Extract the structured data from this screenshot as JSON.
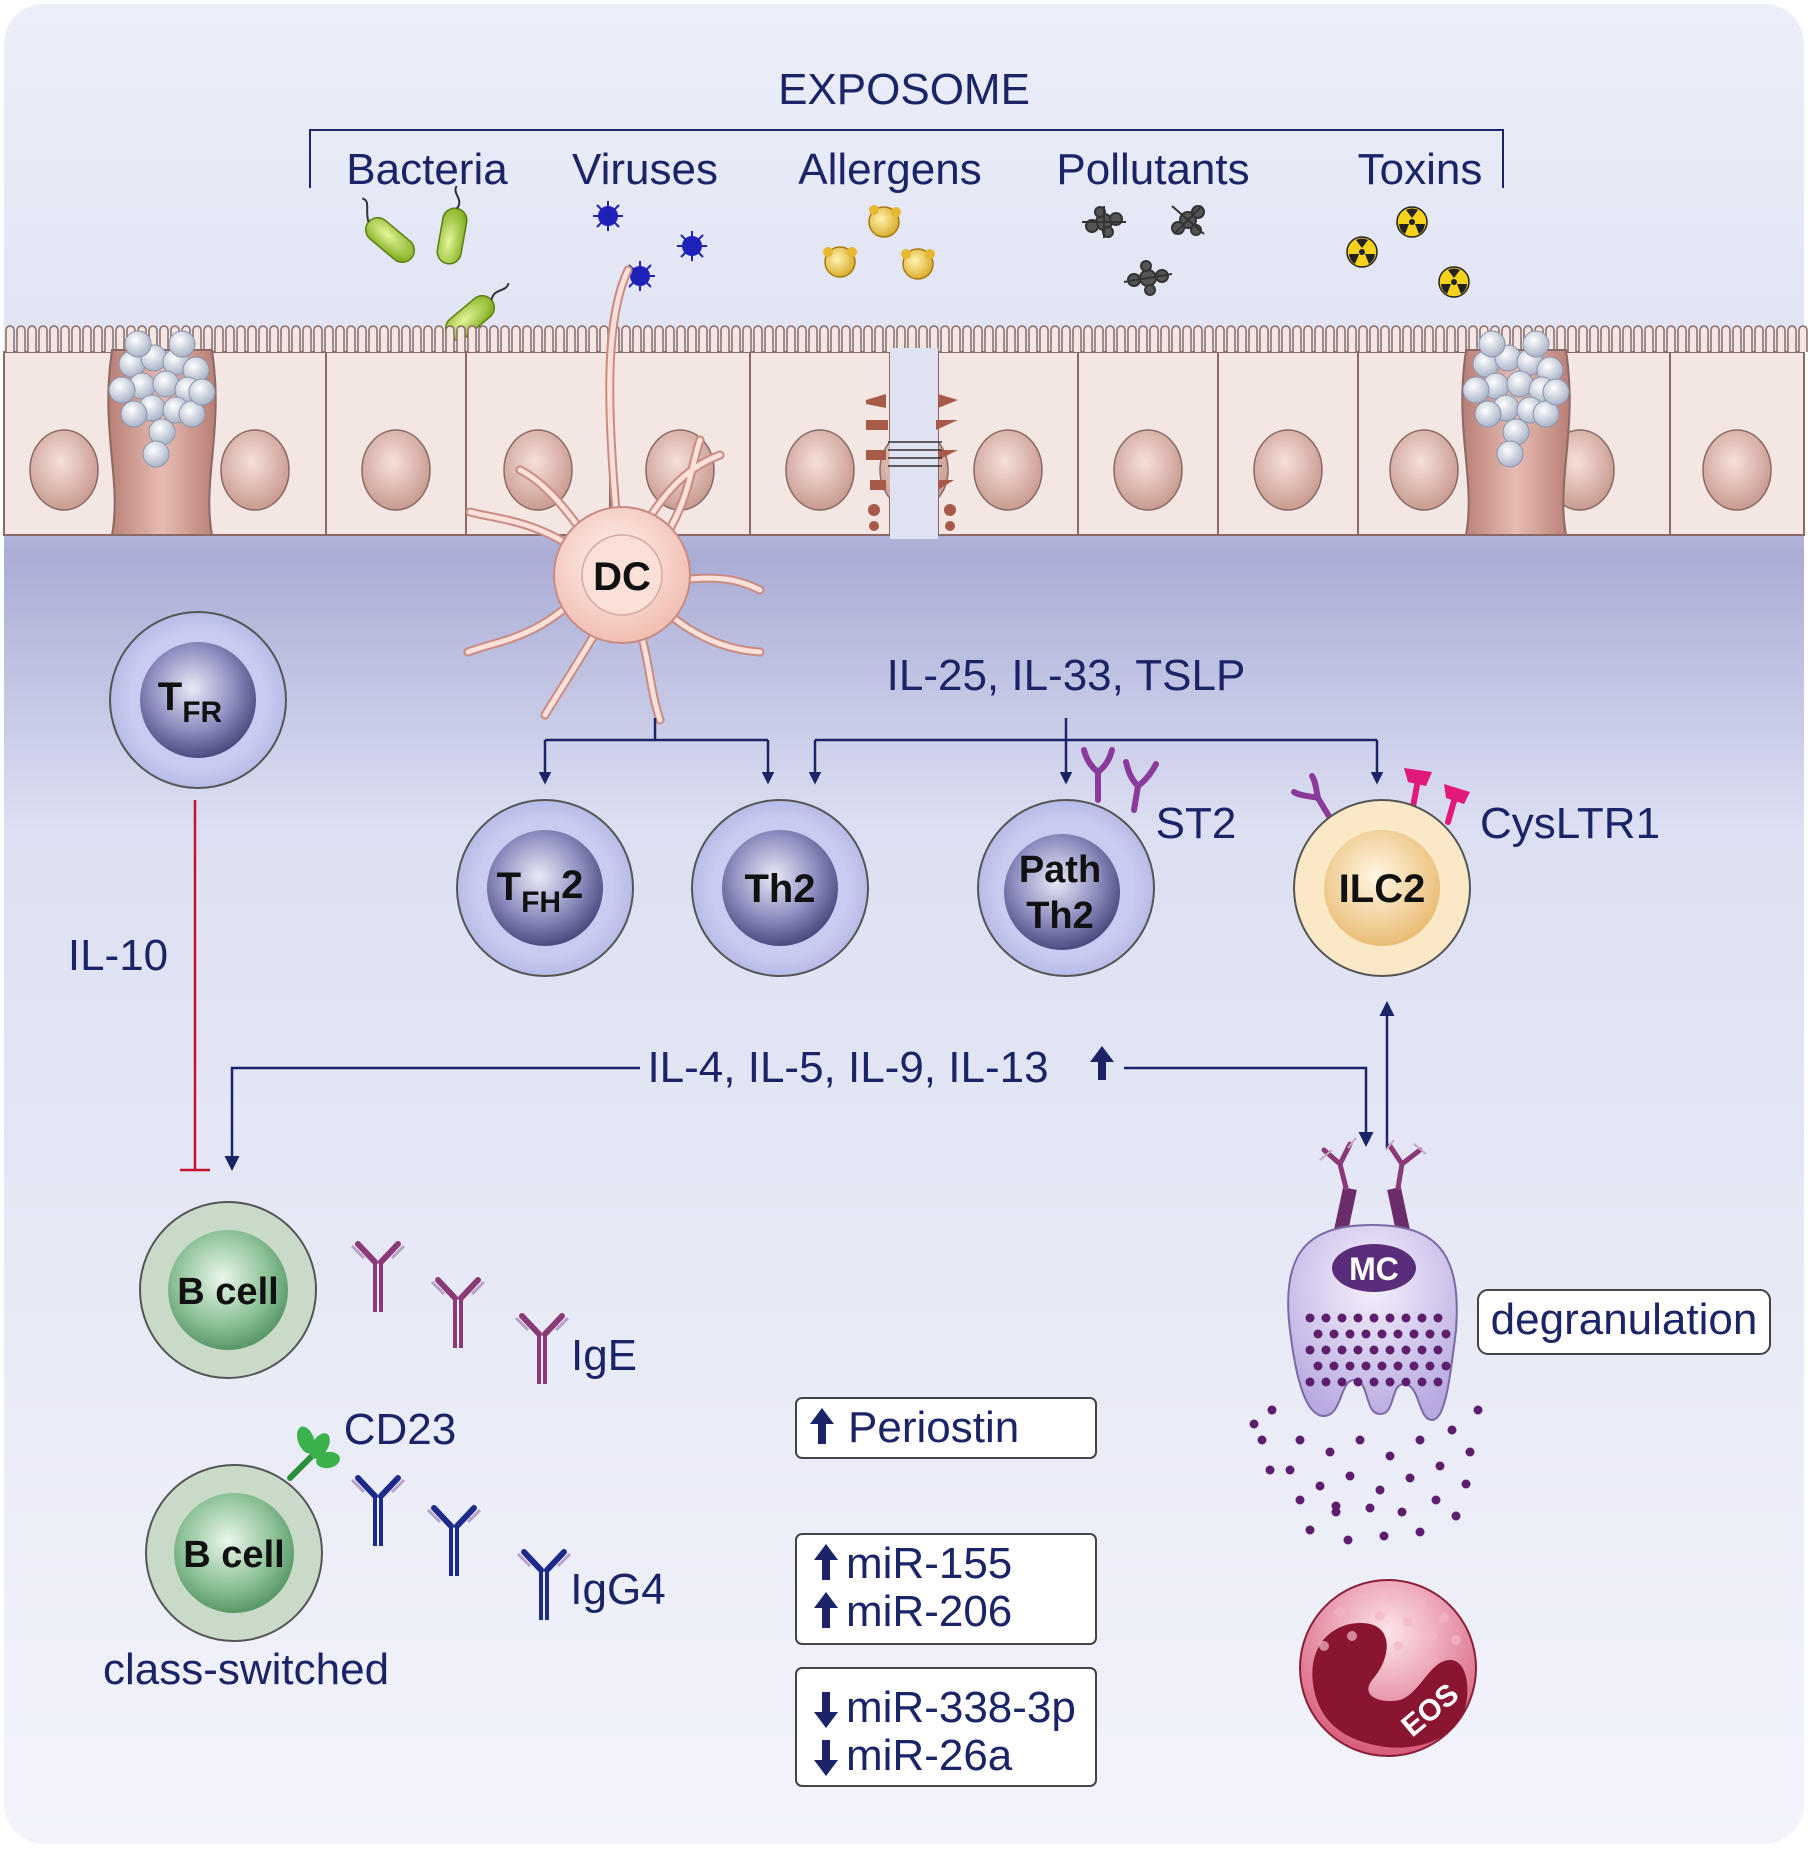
{
  "exposome": {
    "title": "EXPOSOME",
    "categories": [
      "Bacteria",
      "Viruses",
      "Allergens",
      "Pollutants",
      "Toxins"
    ]
  },
  "cells": {
    "dc": "DC",
    "tfr_main": "T",
    "tfr_sub": "FR",
    "tfh_main": "T",
    "tfh_sub": "FH",
    "tfh_suffix": "2",
    "th2": "Th2",
    "path_th2_line1": "Path",
    "path_th2_line2": "Th2",
    "ilc2": "ILC2",
    "b_cell_1": "B cell",
    "b_cell_2": "B cell",
    "mc": "MC",
    "eos": "EOS"
  },
  "labels": {
    "alarmins": "IL-25, IL-33, TSLP",
    "st2": "ST2",
    "cysltr1": "CysLTR1",
    "il10": "IL-10",
    "cytokines": "IL-4, IL-5, IL-9, IL-13",
    "ige": "IgE",
    "cd23": "CD23",
    "igg4": "IgG4",
    "class_switched": "class-switched",
    "degranulation": "degranulation"
  },
  "boxes": {
    "periostin": {
      "arrow": "up",
      "text": "Periostin"
    },
    "mir_up": [
      {
        "arrow": "up",
        "text": "miR-155"
      },
      {
        "arrow": "up",
        "text": "miR-206"
      }
    ],
    "mir_down": [
      {
        "arrow": "down",
        "text": "miR-338-3p"
      },
      {
        "arrow": "down",
        "text": "miR-26a"
      }
    ]
  },
  "colors": {
    "navy": "#1b2466",
    "inhibition": "#c8102e",
    "ige_antibody": "#8b3a78",
    "igg4_antibody": "#1c2a8a",
    "receptor_magenta": "#e0197a",
    "receptor_purple": "#8a3a9a",
    "epithelium": "#f4e6e2",
    "goblet": "#c98b82",
    "t_cell_outer": "#c3c7ee",
    "t_cell_nucleus": "#4b4c85",
    "ilc2_outer": "#fbe8c7",
    "ilc2_nucleus": "#ecc58a",
    "b_cell_outer": "#c9dac9",
    "b_cell_nucleus": "#6fa77a",
    "mast_cell": "#d6cbee",
    "eosinophil": "#c8304e"
  }
}
